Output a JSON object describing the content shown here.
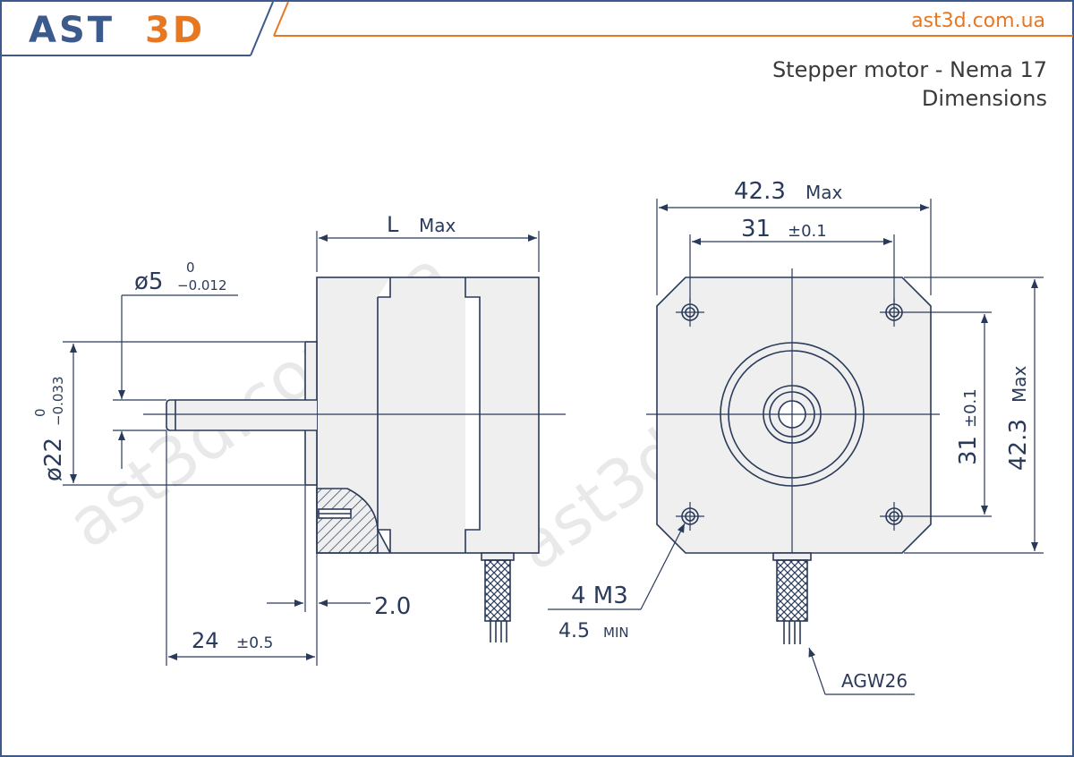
{
  "brand": {
    "part1": "AST",
    "part2": "3D",
    "colors": {
      "dark": "#3d5a8c",
      "accent": "#e87722"
    }
  },
  "site": "ast3d.com.ua",
  "title": {
    "line1": "Stepper motor - Nema 17",
    "line2": "Dimensions"
  },
  "watermark": "ast3d.com.ua",
  "side_view": {
    "length_label": "L",
    "length_suffix": "Max",
    "shaft_diameter": "ø5",
    "shaft_tol_upper": "0",
    "shaft_tol_lower": "−0.012",
    "boss_diameter": "ø22",
    "boss_tol_upper": "0",
    "boss_tol_lower": "−0.033",
    "boss_height": "2.0",
    "shaft_length": "24",
    "shaft_length_tol": "±0.5"
  },
  "front_view": {
    "width": "42.3",
    "width_suffix": "Max",
    "hole_spacing": "31",
    "hole_spacing_tol": "±0.1",
    "height": "42.3",
    "height_suffix": "Max",
    "v_hole_spacing": "31",
    "v_hole_spacing_tol": "±0.1",
    "holes": "4 M3",
    "hole_depth": "4.5",
    "hole_depth_suffix": "MIN",
    "wire": "AGW26"
  },
  "colors": {
    "line": "#2a3a5a",
    "body_fill": "#efefef",
    "frame": "#3d5a8c",
    "accent": "#e87722"
  }
}
